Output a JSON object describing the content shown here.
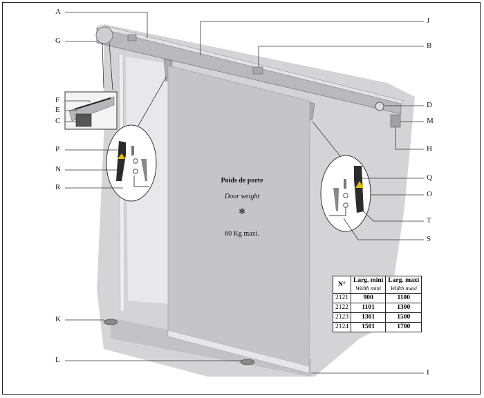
{
  "callouts": [
    {
      "id": "A",
      "label": "A"
    },
    {
      "id": "G",
      "label": "G"
    },
    {
      "id": "F",
      "label": "F"
    },
    {
      "id": "E",
      "label": "E"
    },
    {
      "id": "C",
      "label": "C"
    },
    {
      "id": "P",
      "label": "P"
    },
    {
      "id": "N",
      "label": "N"
    },
    {
      "id": "R",
      "label": "R"
    },
    {
      "id": "K",
      "label": "K"
    },
    {
      "id": "L",
      "label": "L"
    },
    {
      "id": "J",
      "label": "J"
    },
    {
      "id": "B",
      "label": "B"
    },
    {
      "id": "D",
      "label": "D"
    },
    {
      "id": "M",
      "label": "M"
    },
    {
      "id": "H",
      "label": "H"
    },
    {
      "id": "Q",
      "label": "Q"
    },
    {
      "id": "O",
      "label": "O"
    },
    {
      "id": "T",
      "label": "T"
    },
    {
      "id": "S",
      "label": "S"
    },
    {
      "id": "I",
      "label": "I"
    }
  ],
  "door": {
    "title": "Poids de porte",
    "subtitle": "Door weight",
    "icon": "snowflake-icon",
    "icon_glyph": "❄",
    "max_weight": "60 Kg maxi."
  },
  "spec_table": {
    "headers": [
      {
        "fr": "N°",
        "en": ""
      },
      {
        "fr": "Larg. mini",
        "en": "Width mini"
      },
      {
        "fr": "Larg. maxi",
        "en": "Width maxi"
      }
    ],
    "rows": [
      {
        "n": "2121",
        "mini": "900",
        "maxi": "1100"
      },
      {
        "n": "2122",
        "mini": "1101",
        "maxi": "1300"
      },
      {
        "n": "2123",
        "mini": "1301",
        "maxi": "1500"
      },
      {
        "n": "2124",
        "mini": "1501",
        "maxi": "1700"
      }
    ]
  }
}
